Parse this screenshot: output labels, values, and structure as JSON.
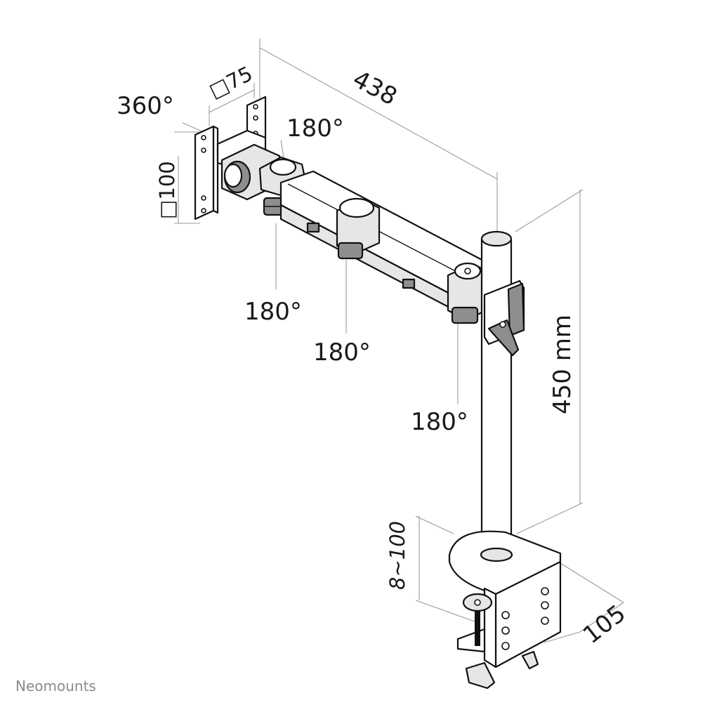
{
  "labels": {
    "rotation_360": "360°",
    "vesa_75": "□75",
    "vesa_100": "□100",
    "arm_length": "438",
    "tilt_180": "180°",
    "swivel_180_a": "180°",
    "swivel_180_b": "180°",
    "swivel_180_c": "180°",
    "pole_height": "450 mm",
    "desk_thickness": "8~100",
    "clamp_depth": "105"
  },
  "brand": "Neomounts"
}
